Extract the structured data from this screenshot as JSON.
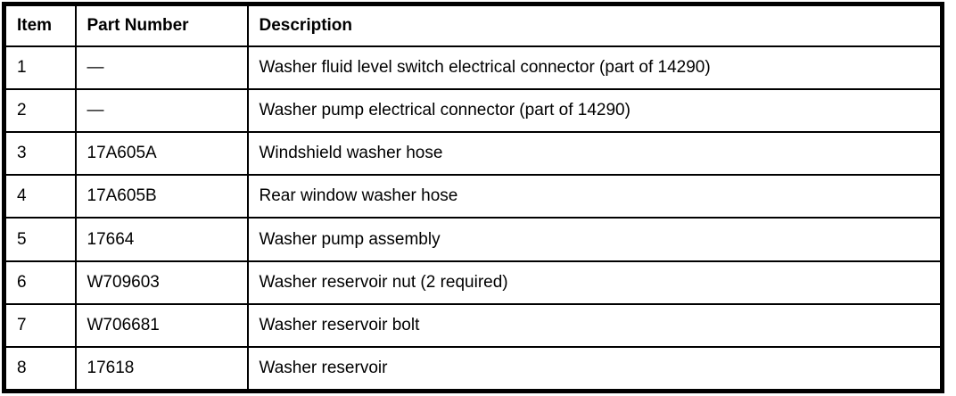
{
  "table": {
    "columns": [
      "Item",
      "Part Number",
      "Description"
    ],
    "rows": [
      {
        "item": "1",
        "part_number": "—",
        "description": "Washer fluid level switch electrical connector (part of 14290)"
      },
      {
        "item": "2",
        "part_number": "—",
        "description": "Washer pump electrical connector (part of 14290)"
      },
      {
        "item": "3",
        "part_number": "17A605A",
        "description": "Windshield washer hose"
      },
      {
        "item": "4",
        "part_number": "17A605B",
        "description": "Rear window washer hose"
      },
      {
        "item": "5",
        "part_number": "17664",
        "description": "Washer pump assembly"
      },
      {
        "item": "6",
        "part_number": "W709603",
        "description": "Washer reservoir nut (2 required)"
      },
      {
        "item": "7",
        "part_number": "W706681",
        "description": "Washer reservoir bolt"
      },
      {
        "item": "8",
        "part_number": "17618",
        "description": "Washer reservoir"
      }
    ],
    "colors": {
      "border": "#000000",
      "background": "#ffffff",
      "text": "#000000"
    }
  }
}
